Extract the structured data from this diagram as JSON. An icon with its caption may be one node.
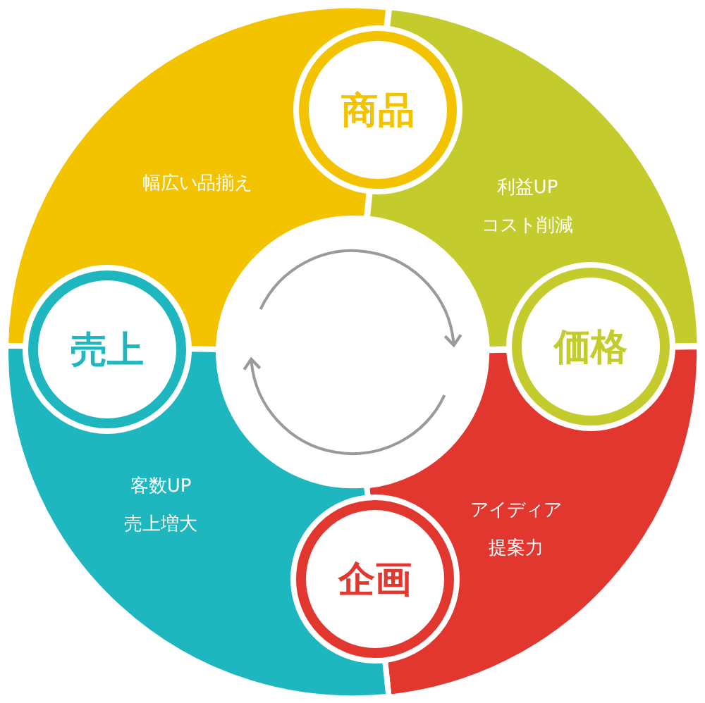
{
  "diagram": {
    "nodes": [
      {
        "text": [
          "幅広い品揃え"
        ]
      },
      {
        "text": [
          "利益UP",
          "コスト削減"
        ]
      },
      {
        "text": [
          "アイディア",
          "提案力"
        ]
      },
      {
        "text": [
          "客数UP",
          "売上増大"
        ]
      },
      {
        "text": [
          "商品"
        ]
      },
      {
        "text": [
          "価格"
        ]
      },
      {
        "text": [
          "企画"
        ]
      },
      {
        "text": [
          "売上"
        ]
      }
    ]
  }
}
